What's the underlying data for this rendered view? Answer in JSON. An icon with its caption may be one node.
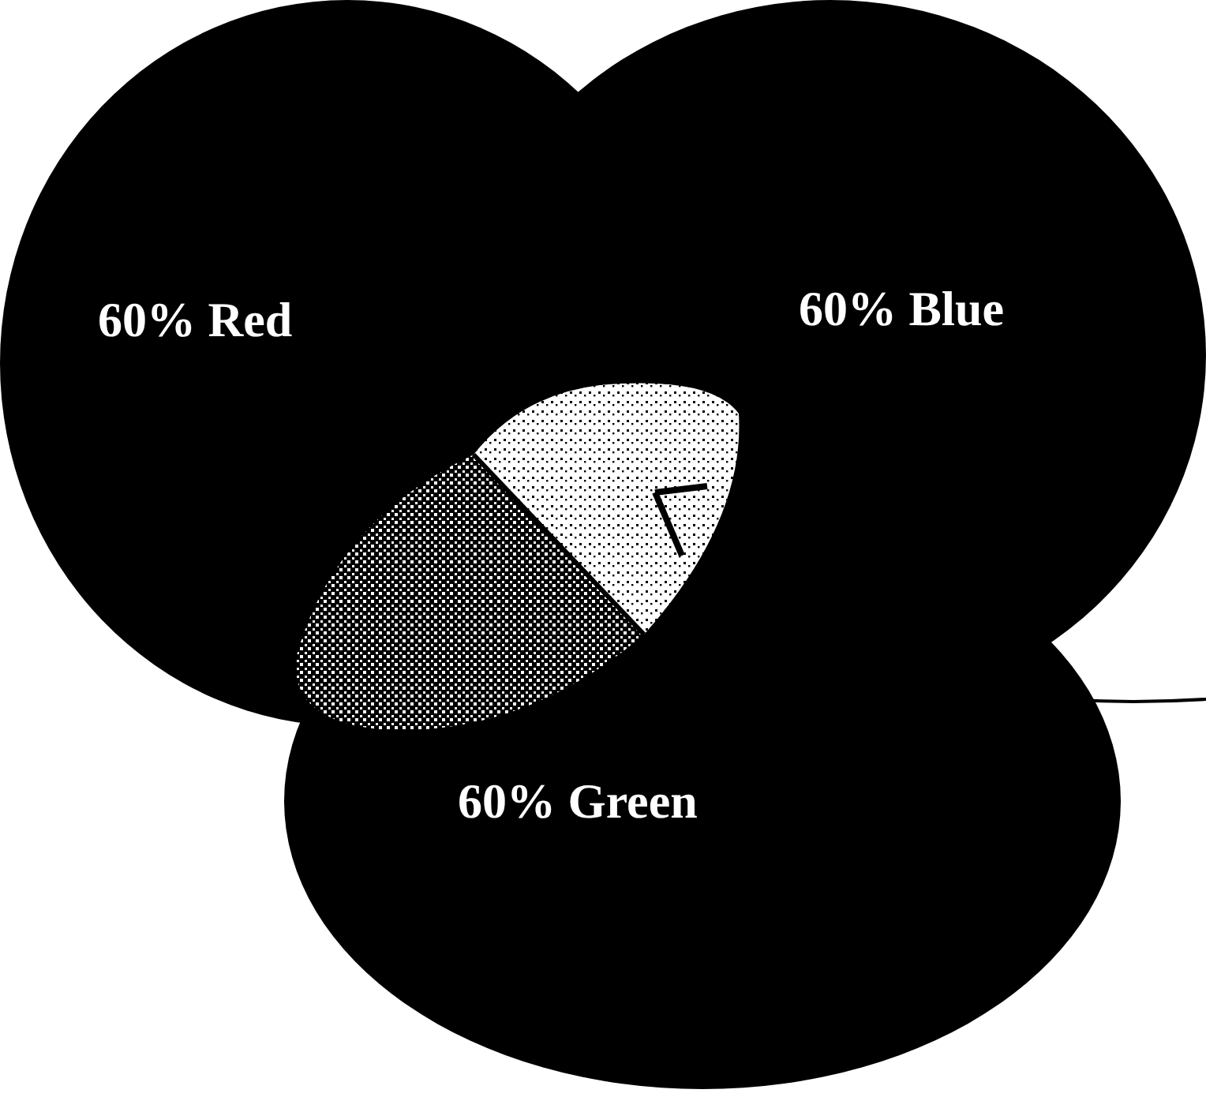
{
  "diagram": {
    "nodes": [
      {
        "text": [
          "60% Red"
        ]
      },
      {
        "text": [
          "60% Blue"
        ]
      },
      {
        "text": [
          "60% Green"
        ]
      }
    ]
  }
}
